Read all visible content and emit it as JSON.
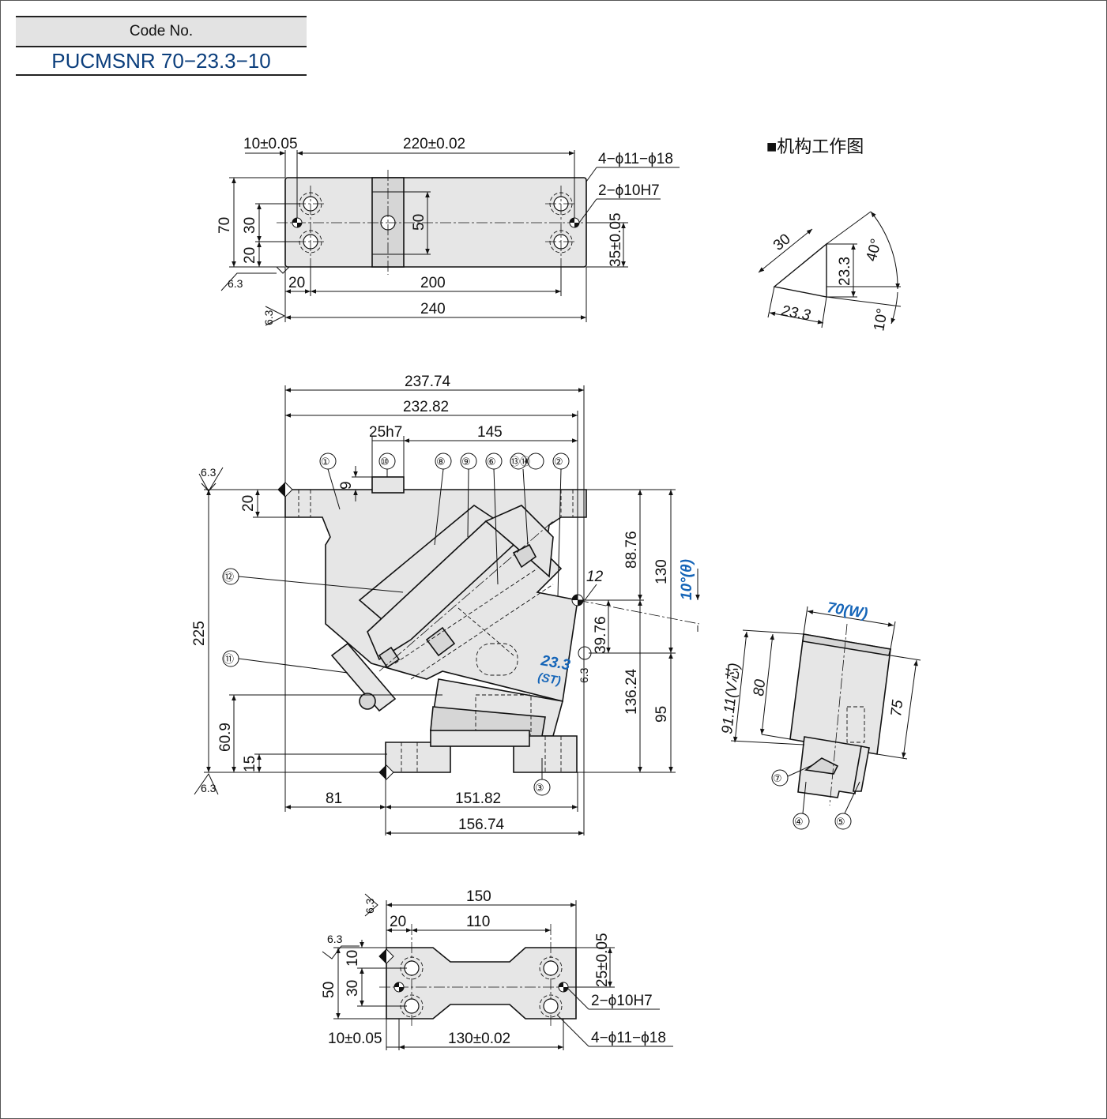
{
  "code_box": {
    "header": "Code No.",
    "value": "PUCMSNR 70−23.3−10"
  },
  "mechanism_title": "■机构工作图",
  "top_view": {
    "dims": [
      "10±0.05",
      "220±0.02",
      "4−ϕ11−ϕ18",
      "2−ϕ10H7",
      "70",
      "30",
      "20",
      "50",
      "35±0.05",
      "20",
      "200",
      "240"
    ],
    "roughness": [
      "6.3",
      "6.3"
    ]
  },
  "front_view": {
    "dims": [
      "237.74",
      "232.82",
      "25h7",
      "145",
      "9",
      "20",
      "225",
      "88.76",
      "130",
      "12",
      "39.76",
      "136.24",
      "95",
      "60.9",
      "15",
      "81",
      "151.82",
      "156.74"
    ],
    "angle_label": "10°(θ)",
    "stroke_label": "23.3",
    "stroke_sub": "(ST)",
    "roughness": [
      "6.3",
      "6.3",
      "6.3"
    ],
    "callouts": [
      "①",
      "⑧",
      "⑨",
      "⑥",
      "⑬⑭",
      "②",
      "⑩",
      "⑫",
      "⑪",
      "③"
    ]
  },
  "side_view": {
    "width_label": "70(W)",
    "dims": [
      "91.11(V芯)",
      "80",
      "75"
    ],
    "callouts": [
      "⑦",
      "④",
      "⑤"
    ]
  },
  "mechanism_diagram": {
    "dims": [
      "30",
      "23.3",
      "40°",
      "23.3",
      "10°"
    ]
  },
  "bottom_view": {
    "dims": [
      "150",
      "20",
      "110",
      "25±0.05",
      "50",
      "30",
      "10",
      "2−ϕ10H7",
      "10±0.05",
      "130±0.02",
      "4−ϕ11−ϕ18"
    ],
    "roughness": [
      "6.3",
      "6.3"
    ]
  }
}
